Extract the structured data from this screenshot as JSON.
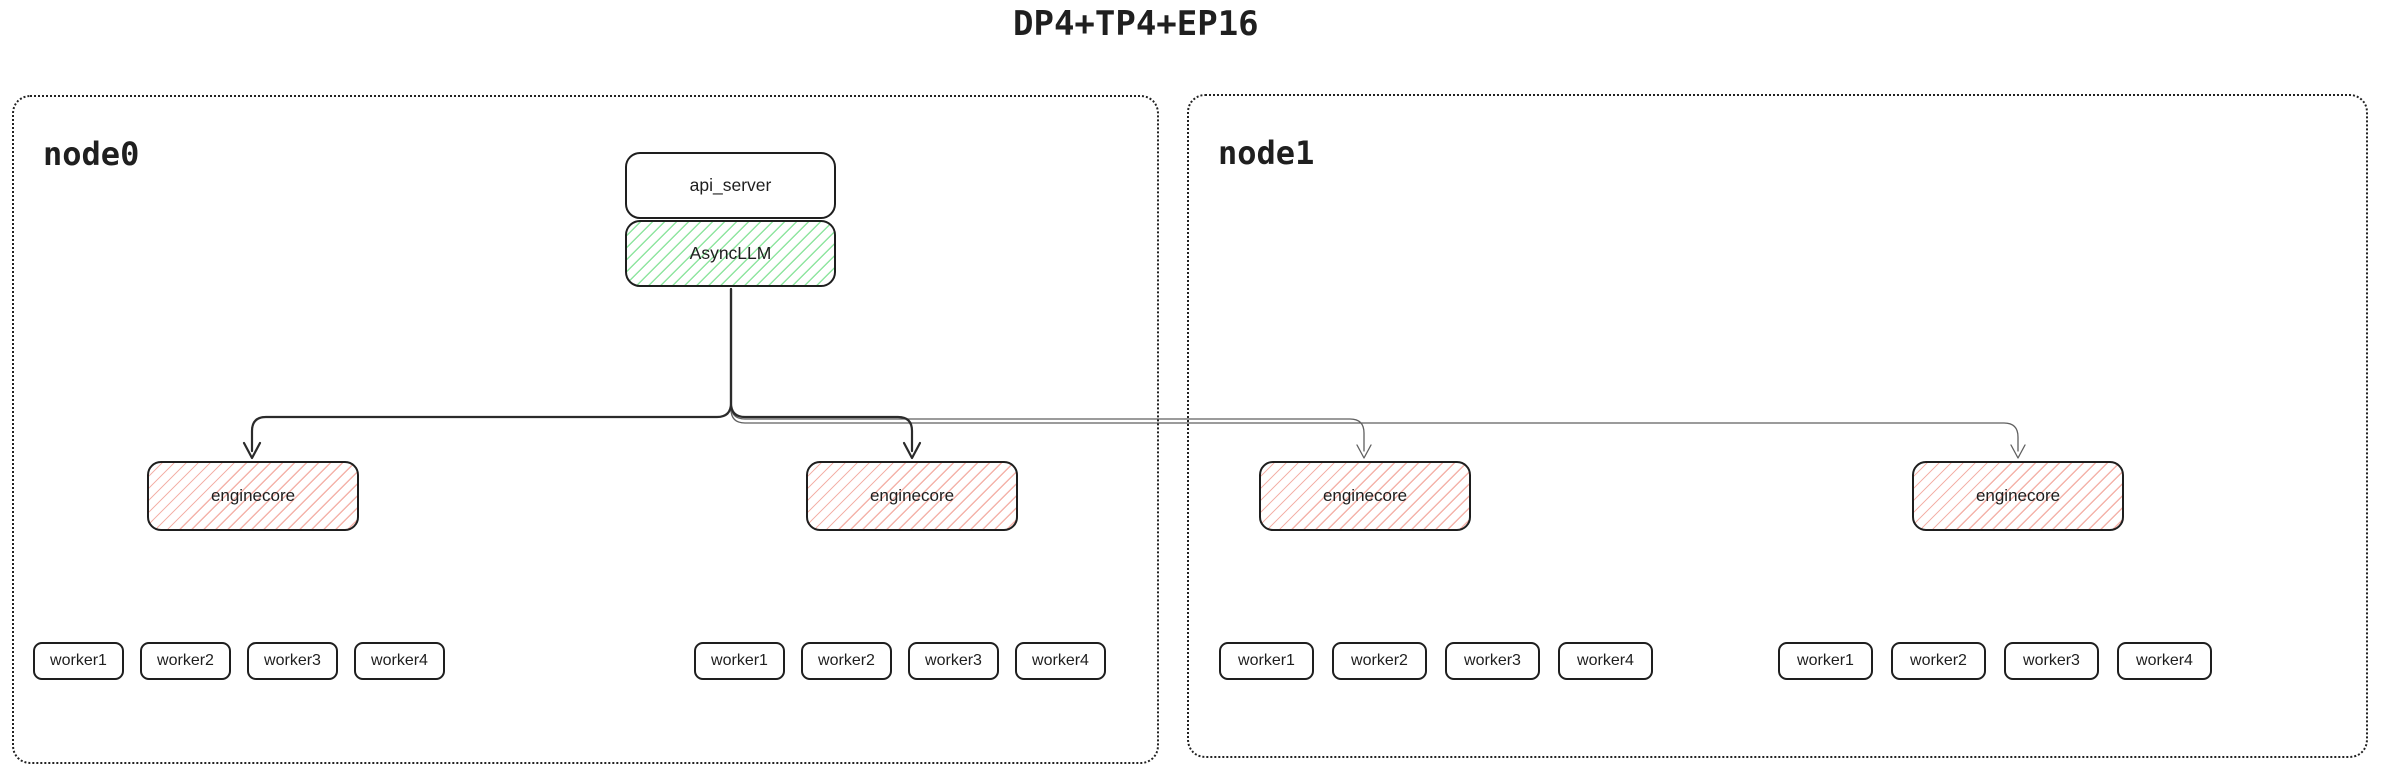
{
  "title": "DP4+TP4+EP16",
  "nodes": [
    {
      "label": "node0"
    },
    {
      "label": "node1"
    }
  ],
  "api_server": {
    "label": "api_server"
  },
  "async_llm": {
    "label": "AsyncLLM"
  },
  "enginecores": [
    {
      "label": "enginecore"
    },
    {
      "label": "enginecore"
    },
    {
      "label": "enginecore"
    },
    {
      "label": "enginecore"
    }
  ],
  "worker_groups": [
    {
      "workers": [
        "worker1",
        "worker2",
        "worker3",
        "worker4"
      ]
    },
    {
      "workers": [
        "worker1",
        "worker2",
        "worker3",
        "worker4"
      ]
    },
    {
      "workers": [
        "worker1",
        "worker2",
        "worker3",
        "worker4"
      ]
    },
    {
      "workers": [
        "worker1",
        "worker2",
        "worker3",
        "worker4"
      ]
    }
  ],
  "colors": {
    "ink": "#1e1e1e",
    "green_hatch": "#8fe5a0",
    "red_hatch": "#f4b3aa",
    "thick_edge": "#2b2b2b",
    "thin_edge": "#5f5f5f"
  }
}
